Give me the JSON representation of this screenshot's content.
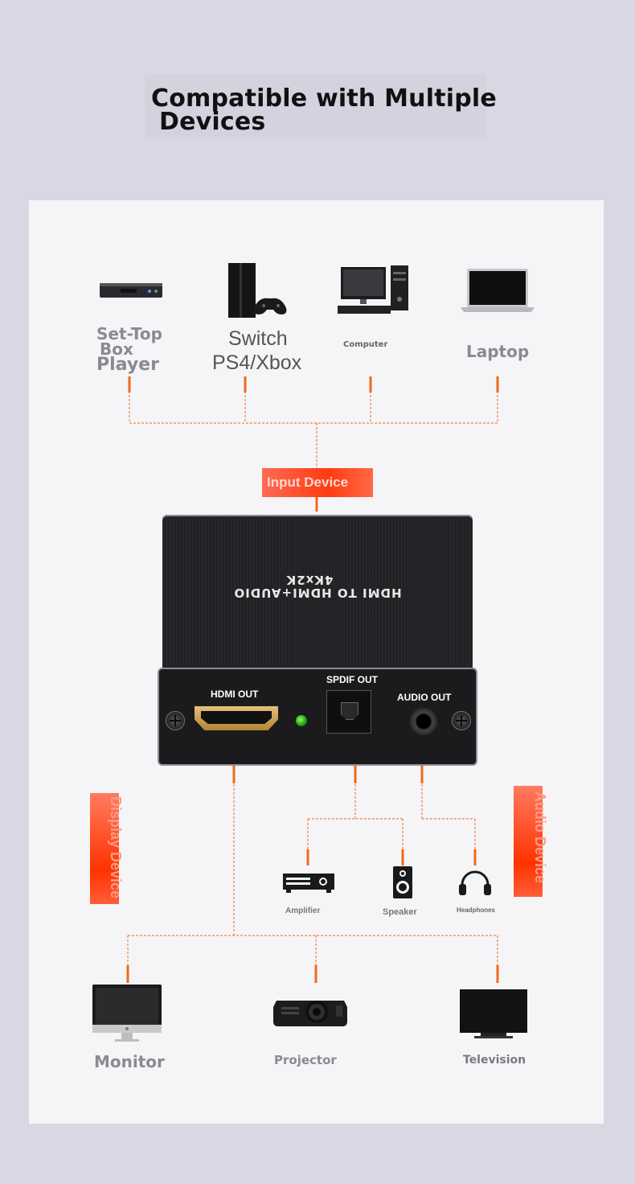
{
  "title": {
    "line1": "Compatible with Multiple",
    "line2": "Devices"
  },
  "inputs": {
    "settop": {
      "line1": "Set-Top",
      "line2": "Box",
      "line3": "Player"
    },
    "console": {
      "line1": "Switch",
      "line2": "PS4/Xbox"
    },
    "computer": "Computer",
    "laptop": "Laptop"
  },
  "badges": {
    "input": "Input Device",
    "display": "Display Device",
    "audio": "Audio Device"
  },
  "device": {
    "top_line1": "HDMI TO HDMI+AUDIO",
    "top_line2": "4Kx2K",
    "hdmi_out": "HDMI OUT",
    "spdif_out": "SPDIF OUT",
    "audio_out": "AUDIO OUT"
  },
  "audio_outputs": {
    "amplifier": "Amplifier",
    "speaker": "Speaker",
    "headphones": "Headphones"
  },
  "displays": {
    "monitor": "Monitor",
    "projector": "Projector",
    "television": "Television"
  },
  "colors": {
    "line": "#f0691e",
    "badge": "#ff3b10",
    "background": "#d8d7e4",
    "card": "#f5f5f7"
  }
}
